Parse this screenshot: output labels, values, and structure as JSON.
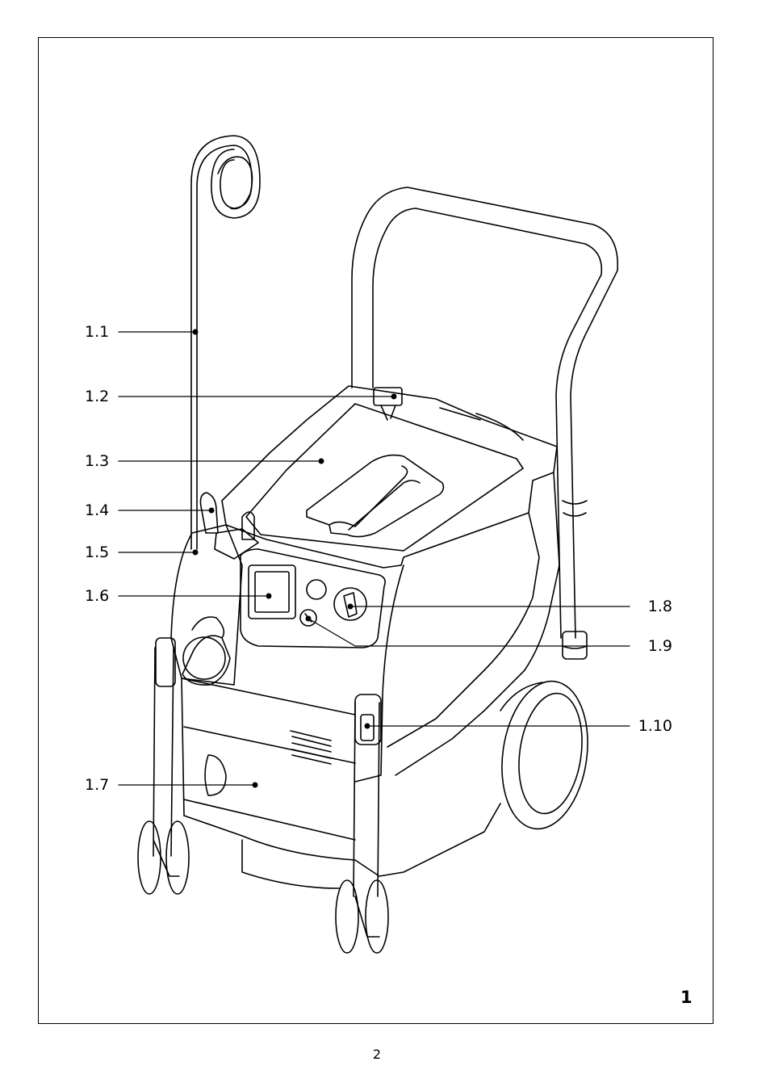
{
  "figure": {
    "number": "1",
    "subject_icon": "mobile-dust-extractor-line-drawing",
    "callouts": [
      {
        "id": "c1",
        "label": "1.1"
      },
      {
        "id": "c2",
        "label": "1.2"
      },
      {
        "id": "c3",
        "label": "1.3"
      },
      {
        "id": "c4",
        "label": "1.4"
      },
      {
        "id": "c5",
        "label": "1.5"
      },
      {
        "id": "c6",
        "label": "1.6"
      },
      {
        "id": "c7",
        "label": "1.7"
      },
      {
        "id": "c8",
        "label": "1.8"
      },
      {
        "id": "c9",
        "label": "1.9"
      },
      {
        "id": "c10",
        "label": "1.10"
      }
    ]
  },
  "page": {
    "number": "2"
  }
}
